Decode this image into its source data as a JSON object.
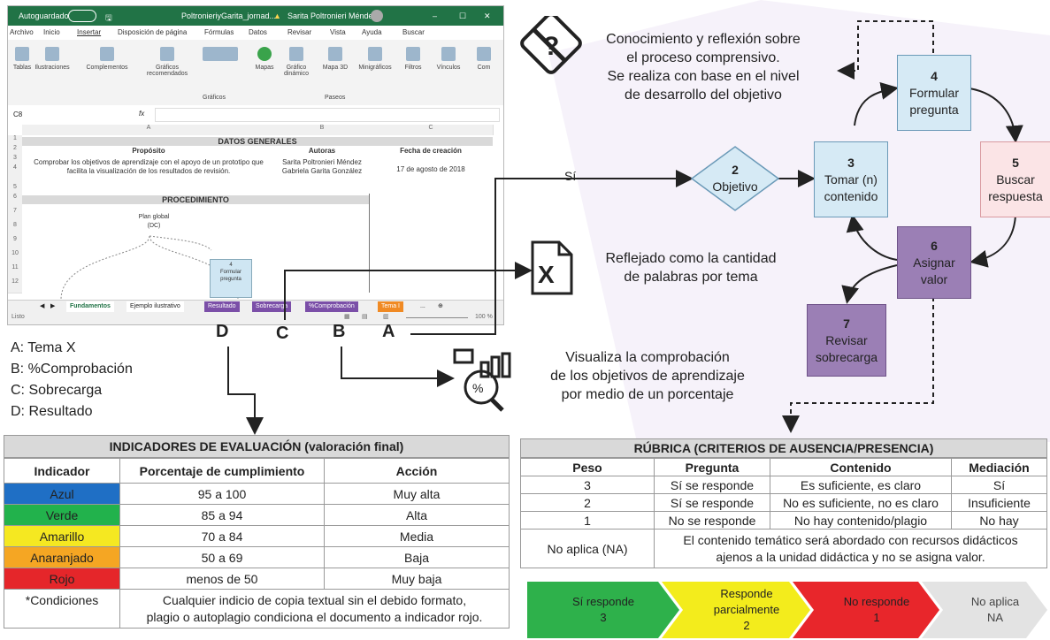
{
  "excel": {
    "title_left": "Autoguardado",
    "file_name": "PoltronieriyGarita_jornad...",
    "user_name": "Sarita Poltronieri Méndez",
    "menu": [
      "Archivo",
      "Inicio",
      "Insertar",
      "Disposición de página",
      "Fórmulas",
      "Datos",
      "Revisar",
      "Vista",
      "Ayuda",
      "Buscar"
    ],
    "ribbon": [
      "Tablas",
      "Ilustraciones",
      "Complementos",
      "Gráficos recomendados",
      "",
      "Mapas",
      "Gráfico dinámico",
      "Mapa 3D",
      "Minigráficos",
      "Filtros",
      "Vínculos",
      "Com"
    ],
    "ribbon_groups": [
      "Gráficos",
      "Paseos"
    ],
    "cell_ref": "C8",
    "fx": "fx",
    "col_headers": [
      "A",
      "B",
      "C"
    ],
    "rows": [
      "1",
      "2",
      "3",
      "4",
      "5",
      "6",
      "7",
      "8",
      "9",
      "10",
      "11",
      "12"
    ],
    "general_title": "DATOS GENERALES",
    "hdr_proposito": "Propósito",
    "hdr_autoras": "Autoras",
    "hdr_fecha": "Fecha de creación",
    "proposito": "Comprobar los objetivos de aprendizaje con el apoyo de un prototipo que facilita la visualización de los resultados de revisión.",
    "autoras": "Sarita Poltronieri Méndez Gabriela Garita González",
    "fecha": "17 de agosto de 2018",
    "procedimiento": "PROCEDIMIENTO",
    "plan": "Plan global (DC)",
    "mini_box_num": "4",
    "mini_box_text": "Formular pregunta",
    "sheet_tabs": [
      "Fundamentos",
      "Ejemplo ilustrativo",
      "Resultado",
      "Sobrecarga",
      "%Comprobación",
      "Tema I",
      "..."
    ],
    "status_left": "Listo",
    "zoom": "100 %"
  },
  "letters": {
    "d": "D",
    "c": "C",
    "b": "B",
    "a": "A"
  },
  "legend": [
    "A: Tema X",
    "B: %Comprobación",
    "C: Sobrecarga",
    "D: Resultado"
  ],
  "notes": {
    "conocimiento": [
      "Conocimiento y reflexión sobre",
      "el proceso comprensivo.",
      "Se realiza con base en el nivel",
      "de desarrollo del objetivo"
    ],
    "reflejado": [
      "Reflejado como la cantidad",
      "de palabras por tema"
    ],
    "visualiza": [
      "Visualiza la comprobación",
      "de los objetivos de aprendizaje",
      "por medio de un  porcentaje"
    ],
    "si": "Sí"
  },
  "flow": {
    "n2": "2",
    "t2": "Objetivo",
    "n3": "3",
    "t3a": "Tomar (n)",
    "t3b": "contenido",
    "n4": "4",
    "t4a": "Formular",
    "t4b": "pregunta",
    "n5": "5",
    "t5a": "Buscar",
    "t5b": "respuesta",
    "n6": "6",
    "t6a": "Asignar",
    "t6b": "valor",
    "n7": "7",
    "t7a": "Revisar",
    "t7b": "sobrecarga"
  },
  "indicadores": {
    "title": "INDICADORES DE EVALUACIÓN (valoración final)",
    "headers": [
      "Indicador",
      "Porcentaje de cumplimiento",
      "Acción"
    ],
    "rows": [
      {
        "ind": "Azul",
        "pct": "95 a 100",
        "acc": "Muy alta",
        "color": "#1f6fc5"
      },
      {
        "ind": "Verde",
        "pct": "85 a 94",
        "acc": "Alta",
        "color": "#22b24c"
      },
      {
        "ind": "Amarillo",
        "pct": "70 a 84",
        "acc": "Media",
        "color": "#f5e821"
      },
      {
        "ind": "Anaranjado",
        "pct": "50 a 69",
        "acc": "Baja",
        "color": "#f5a623"
      },
      {
        "ind": "Rojo",
        "pct": "menos de 50",
        "acc": "Muy baja",
        "color": "#e5262a"
      }
    ],
    "cond_label": "*Condiciones",
    "cond_text_1": "Cualquier indicio de copia  textual sin el debido formato,",
    "cond_text_2": "plagio o autoplagio condiciona el documento a  indicador rojo."
  },
  "rubrica": {
    "title": "RÚBRICA (CRITERIOS DE AUSENCIA/PRESENCIA)",
    "headers": [
      "Peso",
      "Pregunta",
      "Contenido",
      "Mediación"
    ],
    "rows": [
      {
        "peso": "3",
        "preg": "Sí se responde",
        "cont": "Es suficiente, es claro",
        "med": "Sí"
      },
      {
        "peso": "2",
        "preg": "Sí se responde",
        "cont": "No es suficiente, no es claro",
        "med": "Insuficiente"
      },
      {
        "peso": "1",
        "preg": "No se responde",
        "cont": "No hay contenido/plagio",
        "med": "No hay"
      }
    ],
    "na_label": "No aplica (NA)",
    "na_text_1": "El contenido temático será abordado con recursos didácticos",
    "na_text_2": "ajenos a la unidad didáctica y no se asigna valor."
  },
  "chevrons": [
    {
      "label": "Sí responde",
      "value": "3",
      "color": "#2eb14b"
    },
    {
      "label": "Responde parcialmente",
      "value": "2",
      "color": "#f3ec1c"
    },
    {
      "label": "No responde",
      "value": "1",
      "color": "#e8262b"
    },
    {
      "label": "No aplica",
      "value": "NA",
      "color": "#e3e3e3"
    }
  ],
  "colors": {
    "excel_green": "#217346",
    "box_blue": "#d6eaf5",
    "box_pink": "#fbe4e6",
    "box_purple": "#9b7fb5"
  }
}
